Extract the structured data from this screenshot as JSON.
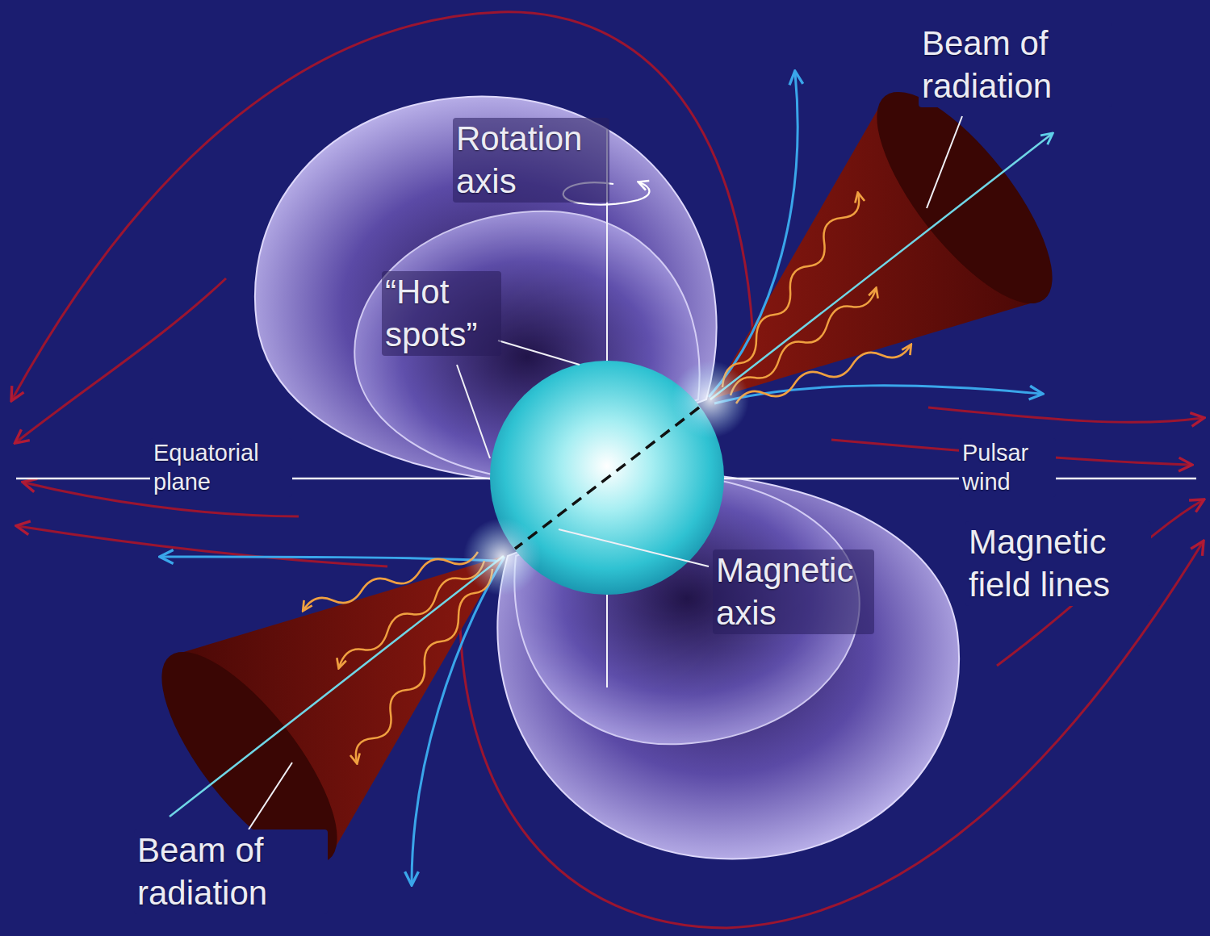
{
  "diagram": {
    "labels": [
      "Beam of radiation",
      "Rotation axis",
      "“Hot spots”",
      "Equatorial plane",
      "Pulsar wind",
      "Magnetic field lines",
      "Magnetic axis",
      "Beam of radiation"
    ]
  }
}
